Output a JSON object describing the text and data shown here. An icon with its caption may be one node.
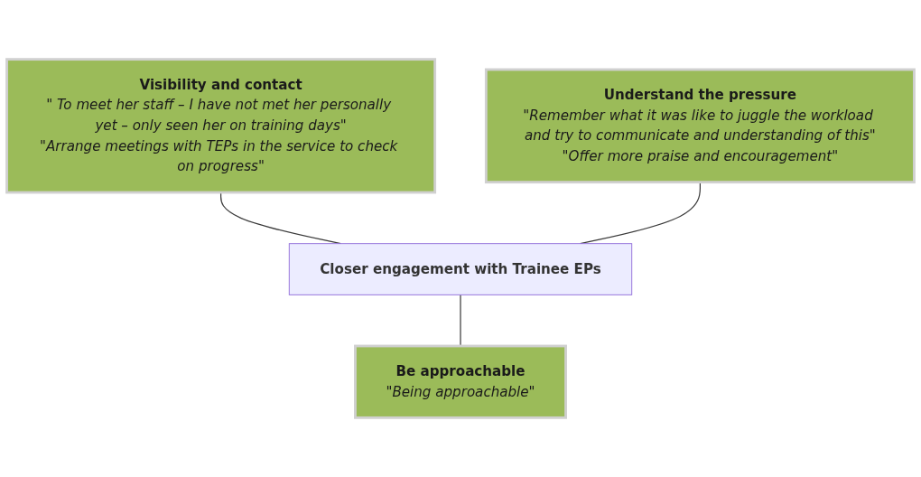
{
  "diagram": {
    "nodes": [
      {
        "text": [
          "Visibility and contact",
          "\" To meet her staff – I have not met her personally yet – only seen her on training days\"",
          "\"Arrange meetings with TEPs in the service to check on progress\""
        ]
      },
      {
        "text": [
          "Understand the pressure",
          "\"Remember what it was like to juggle the workload and try to communicate and understanding of this\"",
          "\"Offer more praise and encouragement\""
        ]
      },
      {
        "text": [
          "Closer engagement with Trainee EPs"
        ]
      },
      {
        "text": [
          "Be approachable",
          "\"Being approachable\""
        ]
      }
    ],
    "edges": [
      {
        "from": 0,
        "to": 2,
        "arrow": "none"
      },
      {
        "from": 1,
        "to": 2,
        "arrow": "none"
      },
      {
        "from": 2,
        "to": 3,
        "arrow": "none"
      }
    ]
  }
}
